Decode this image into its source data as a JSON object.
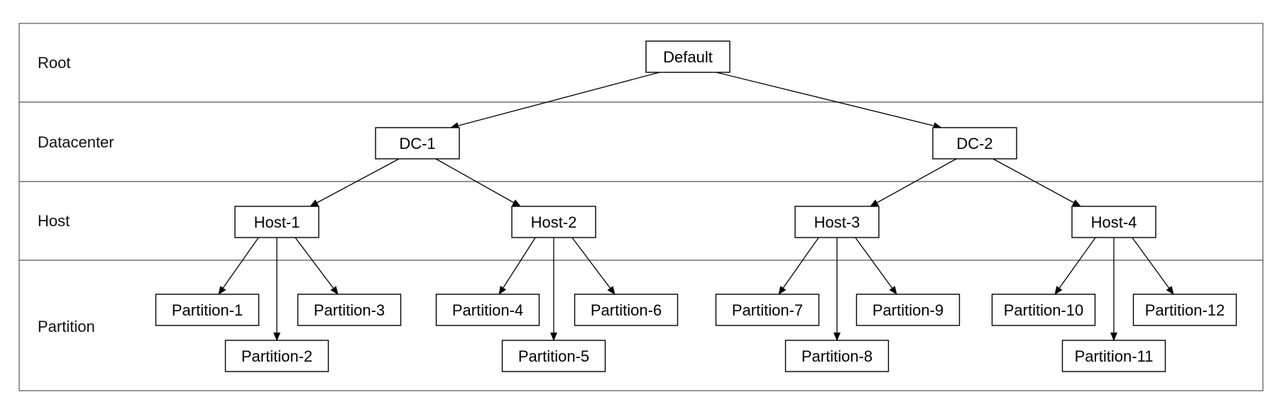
{
  "levels": [
    {
      "id": "root",
      "label": "Root"
    },
    {
      "id": "datacenter",
      "label": "Datacenter"
    },
    {
      "id": "host",
      "label": "Host"
    },
    {
      "id": "partition",
      "label": "Partition"
    }
  ],
  "nodes": [
    {
      "id": "default",
      "label": "Default",
      "parent": null
    },
    {
      "id": "dc-1",
      "label": "DC-1",
      "parent": "default"
    },
    {
      "id": "dc-2",
      "label": "DC-2",
      "parent": "default"
    },
    {
      "id": "host-1",
      "label": "Host-1",
      "parent": "dc-1"
    },
    {
      "id": "host-2",
      "label": "Host-2",
      "parent": "dc-1"
    },
    {
      "id": "host-3",
      "label": "Host-3",
      "parent": "dc-2"
    },
    {
      "id": "host-4",
      "label": "Host-4",
      "parent": "dc-2"
    },
    {
      "id": "partition-1",
      "label": "Partition-1",
      "parent": "host-1"
    },
    {
      "id": "partition-2",
      "label": "Partition-2",
      "parent": "host-1"
    },
    {
      "id": "partition-3",
      "label": "Partition-3",
      "parent": "host-1"
    },
    {
      "id": "partition-4",
      "label": "Partition-4",
      "parent": "host-2"
    },
    {
      "id": "partition-5",
      "label": "Partition-5",
      "parent": "host-2"
    },
    {
      "id": "partition-6",
      "label": "Partition-6",
      "parent": "host-2"
    },
    {
      "id": "partition-7",
      "label": "Partition-7",
      "parent": "host-3"
    },
    {
      "id": "partition-8",
      "label": "Partition-8",
      "parent": "host-3"
    },
    {
      "id": "partition-9",
      "label": "Partition-9",
      "parent": "host-3"
    },
    {
      "id": "partition-10",
      "label": "Partition-10",
      "parent": "host-4"
    },
    {
      "id": "partition-11",
      "label": "Partition-11",
      "parent": "host-4"
    },
    {
      "id": "partition-12",
      "label": "Partition-12",
      "parent": "host-4"
    }
  ]
}
